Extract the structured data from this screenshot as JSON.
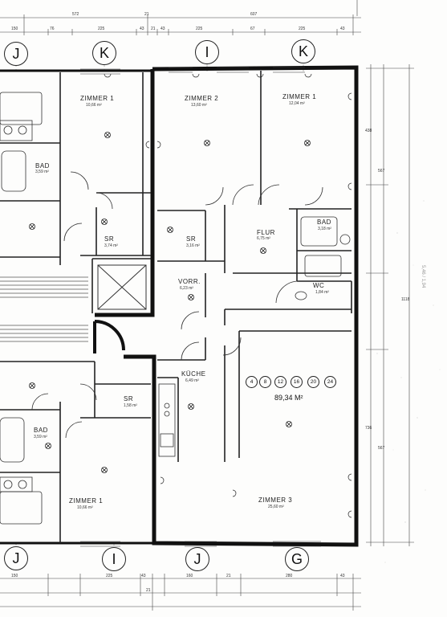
{
  "plan": {
    "grid_top": [
      "J",
      "K",
      "I",
      "K"
    ],
    "grid_bottom": [
      "J",
      "I",
      "J",
      "G"
    ],
    "rooms": {
      "zimmer1_left": {
        "name": "ZIMMER 1",
        "area": "10,66 m²"
      },
      "zimmer2": {
        "name": "ZIMMER 2",
        "area": "13,60 m²"
      },
      "zimmer1_right": {
        "name": "ZIMMER 1",
        "area": "12,04 m²"
      },
      "bad_left_top": {
        "name": "BAD",
        "area": "3,59 m²"
      },
      "sr_left_top": {
        "name": "SR",
        "area": "3,74 m²"
      },
      "sr_mid": {
        "name": "SR",
        "area": "3,16 m²"
      },
      "flur": {
        "name": "FLUR",
        "area": "6,75 m²"
      },
      "bad_right": {
        "name": "BAD",
        "area": "3,18 m²"
      },
      "wc": {
        "name": "WC",
        "area": "1,84 m²"
      },
      "vorr": {
        "name": "VORR.",
        "area": "6,23 m²"
      },
      "kuche": {
        "name": "KÜCHE",
        "area": "6,49 m²"
      },
      "sr_left_bottom": {
        "name": "SR",
        "area": "1,58 m²"
      },
      "bad_left_bottom": {
        "name": "BAD",
        "area": "3,59 m²"
      },
      "zimmer1_bottom": {
        "name": "ZIMMER 1",
        "area": "10,66 m²"
      },
      "zimmer3": {
        "name": "ZIMMER 3",
        "area": "25,60 m²"
      }
    },
    "total_area": "89,34 M²",
    "scale_markers": [
      "4",
      "8",
      "12",
      "16",
      "20",
      "24"
    ],
    "dimensions_top": [
      "572",
      "21",
      "607",
      "150",
      "76",
      "225",
      "43",
      "21",
      "43",
      "225",
      "67",
      "225",
      "43"
    ],
    "dimensions_bottom": [
      "150",
      "225",
      "43",
      "160",
      "21",
      "280",
      "43",
      "21"
    ],
    "dimensions_right": [
      "438",
      "567",
      "736",
      "567",
      "1118"
    ],
    "side_note": "5,46 / 1,94"
  }
}
